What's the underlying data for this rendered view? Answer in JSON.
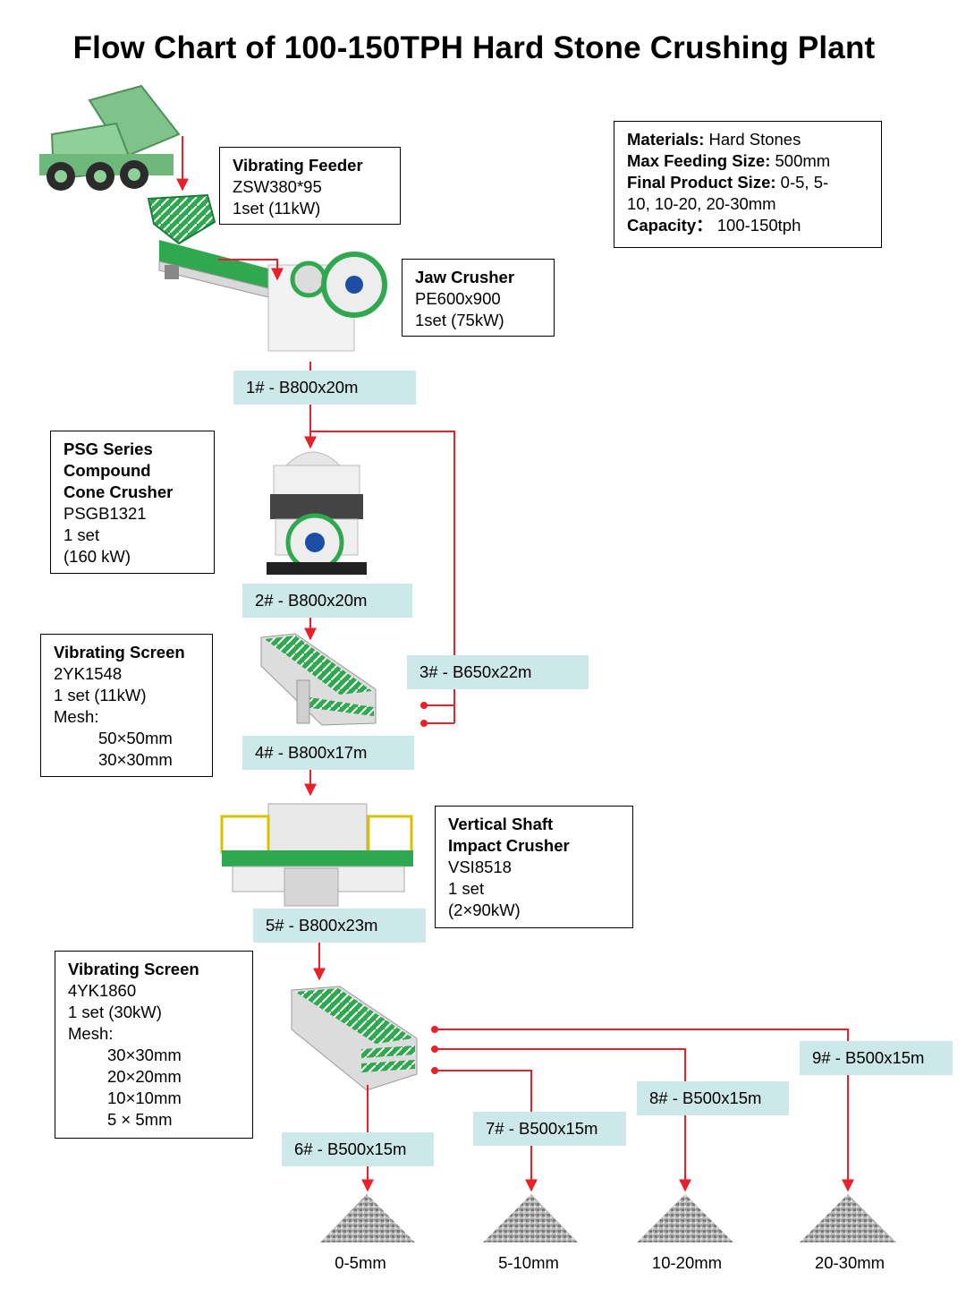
{
  "title": "Flow Chart of 100-150TPH Hard Stone Crushing Plant",
  "info_box": {
    "materials_label": "Materials:",
    "materials_value": " Hard Stones",
    "max_feed_label": "Max Feeding Size:",
    "max_feed_value": " 500mm",
    "final_label": "Final Product Size:",
    "final_value_1": " 0-5, 5-",
    "final_value_2": "10, 10-20, 20-30mm",
    "capacity_label": "Capacity：",
    "capacity_value": "  100-150tph"
  },
  "equipment": {
    "feeder": {
      "name": "Vibrating Feeder",
      "model": "ZSW380*95",
      "spec": "1set  (11kW)"
    },
    "jaw": {
      "name": "Jaw Crusher",
      "model": "PE600x900",
      "spec": "1set  (75kW)"
    },
    "cone": {
      "name_1": "PSG Series",
      "name_2": "Compound",
      "name_3": "Cone Crusher",
      "model": "PSGB1321",
      "spec_1": "1 set",
      "spec_2": "(160 kW)"
    },
    "screen1": {
      "name": "Vibrating Screen",
      "model": "2YK1548",
      "spec": "1 set  (11kW)",
      "mesh_label": "Mesh:",
      "mesh": [
        "50×50mm",
        "30×30mm"
      ]
    },
    "vsi": {
      "name_1": "Vertical Shaft",
      "name_2": "Impact Crusher",
      "model": "VSI8518",
      "spec_1": "1 set",
      "spec_2": "(2×90kW)"
    },
    "screen2": {
      "name": "Vibrating Screen",
      "model": "4YK1860",
      "spec": "1 set  (30kW)",
      "mesh_label": "Mesh:",
      "mesh": [
        "30×30mm",
        "20×20mm",
        "10×10mm",
        "5 × 5mm"
      ]
    }
  },
  "belts": {
    "b1": "1# - B800x20m",
    "b2": "2# - B800x20m",
    "b3": "3# - B650x22m",
    "b4": "4# - B800x17m",
    "b5": "5# - B800x23m",
    "b6": "6# - B500x15m",
    "b7": "7# - B500x15m",
    "b8": "8# - B500x15m",
    "b9": "9# - B500x15m"
  },
  "products": [
    "0-5mm",
    "5-10mm",
    "10-20mm",
    "20-30mm"
  ],
  "colors": {
    "flow_line": "#e8202a",
    "belt_fill": "#cde8e9",
    "machine_green": "#2fa84f"
  }
}
